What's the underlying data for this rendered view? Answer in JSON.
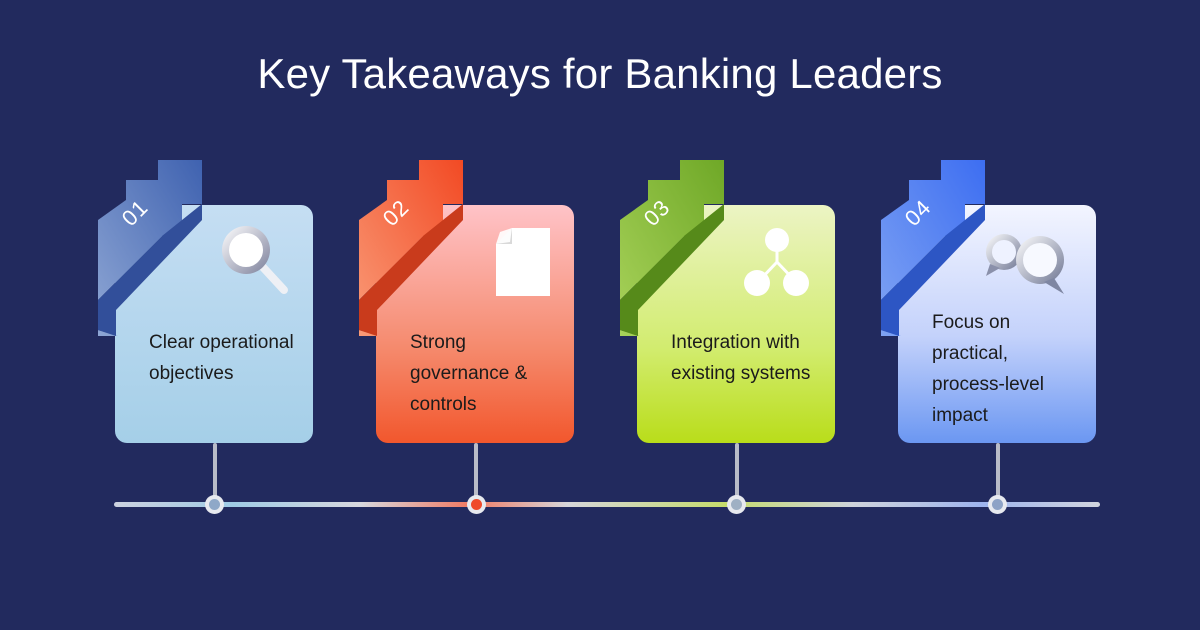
{
  "title": "Key Takeaways for Banking Leaders",
  "colors": {
    "background": "#222a5e",
    "step1_accent": "#4f72b8",
    "step2_accent": "#f2572d",
    "step3_accent": "#7ab32c",
    "step4_accent": "#3a6ef0"
  },
  "steps": [
    {
      "number": "01",
      "text": "Clear operational objectives",
      "icon": "magnifier-icon"
    },
    {
      "number": "02",
      "text": "Strong governance & controls",
      "icon": "document-icon"
    },
    {
      "number": "03",
      "text": "Integration with existing systems",
      "icon": "network-icon"
    },
    {
      "number": "04",
      "text": "Focus on practical, process-level impact",
      "icon": "chat-bubbles-icon"
    }
  ]
}
